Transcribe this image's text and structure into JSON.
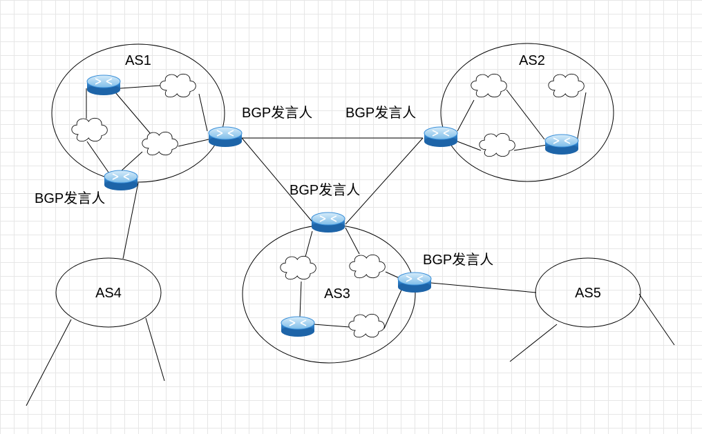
{
  "diagram": {
    "as_labels": {
      "as1": "AS1",
      "as2": "AS2",
      "as3": "AS3",
      "as4": "AS4",
      "as5": "AS5"
    },
    "speaker_label": "BGP发言人",
    "colors": {
      "line": "#000000",
      "grid": "#e6e6e6",
      "router_top": "#9fd0f2",
      "router_body": "#3a8fd8",
      "router_dark": "#1f6fb8"
    }
  }
}
